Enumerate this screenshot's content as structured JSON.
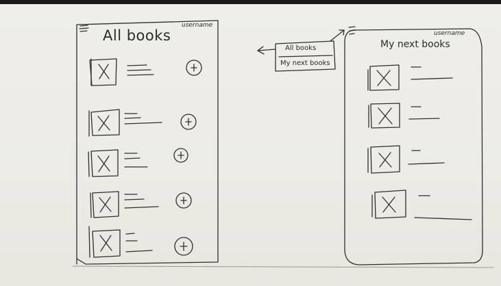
{
  "screen_all_books": {
    "title": "All books",
    "username": "username",
    "menu_icon": "hamburger-menu-icon",
    "book_count": 5,
    "thumbnail_icon": "image-placeholder-x-icon",
    "add_icon": "plus-circle-icon"
  },
  "nav_menu": {
    "items": [
      {
        "label": "All books"
      },
      {
        "label": "My next books"
      }
    ],
    "back_icon": "left-arrow-icon"
  },
  "screen_my_next_books": {
    "title": "My next books",
    "username": "username",
    "book_count": 4,
    "thumbnail_icon": "image-placeholder-x-icon"
  },
  "colors": {
    "paper": "#ecebe5",
    "ink": "#2b2b2b",
    "background": "#1a1a1a"
  }
}
